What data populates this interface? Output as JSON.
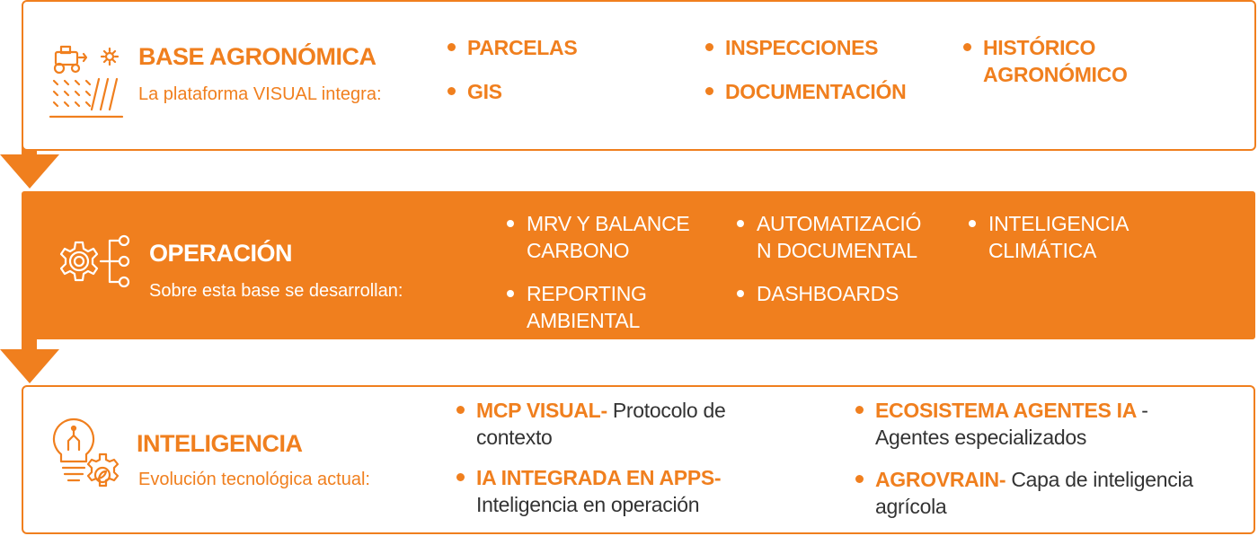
{
  "colors": {
    "accent": "#f07f1e",
    "text_dark": "#333333",
    "white": "#ffffff"
  },
  "sections": {
    "base": {
      "icon": "agriculture-field-icon",
      "title": "BASE AGRONÓMICA",
      "subtitle": "La plataforma VISUAL integra:",
      "items": [
        "PARCELAS",
        "GIS",
        "INSPECCIONES",
        "DOCUMENTACIÓN",
        "HISTÓRICO AGRONÓMICO"
      ]
    },
    "operacion": {
      "icon": "gear-network-icon",
      "title": "OPERACIÓN",
      "subtitle": "Sobre esta base se desarrollan:",
      "items": [
        "MRV Y BALANCE CARBONO",
        "REPORTING AMBIENTAL",
        "AUTOMATIZACIÓN DOCUMENTAL",
        "DASHBOARDS",
        "INTELIGENCIA CLIMÁTICA"
      ]
    },
    "inteligencia": {
      "icon": "lightbulb-gear-icon",
      "title": "INTELIGENCIA",
      "subtitle": "Evolución tecnológica actual:",
      "items": [
        {
          "name": "MCP VISUAL",
          "sep": "- ",
          "desc": "Protocolo de contexto"
        },
        {
          "name": "IA INTEGRADA EN APPS",
          "sep": "- ",
          "desc": "Inteligencia en operación"
        },
        {
          "name": "ECOSISTEMA AGENTES IA",
          "sep": " ",
          "desc": "-Agentes especializados"
        },
        {
          "name": "AGROVRAIN",
          "sep": "- ",
          "desc": "Capa de inteligencia agrícola"
        }
      ]
    }
  }
}
